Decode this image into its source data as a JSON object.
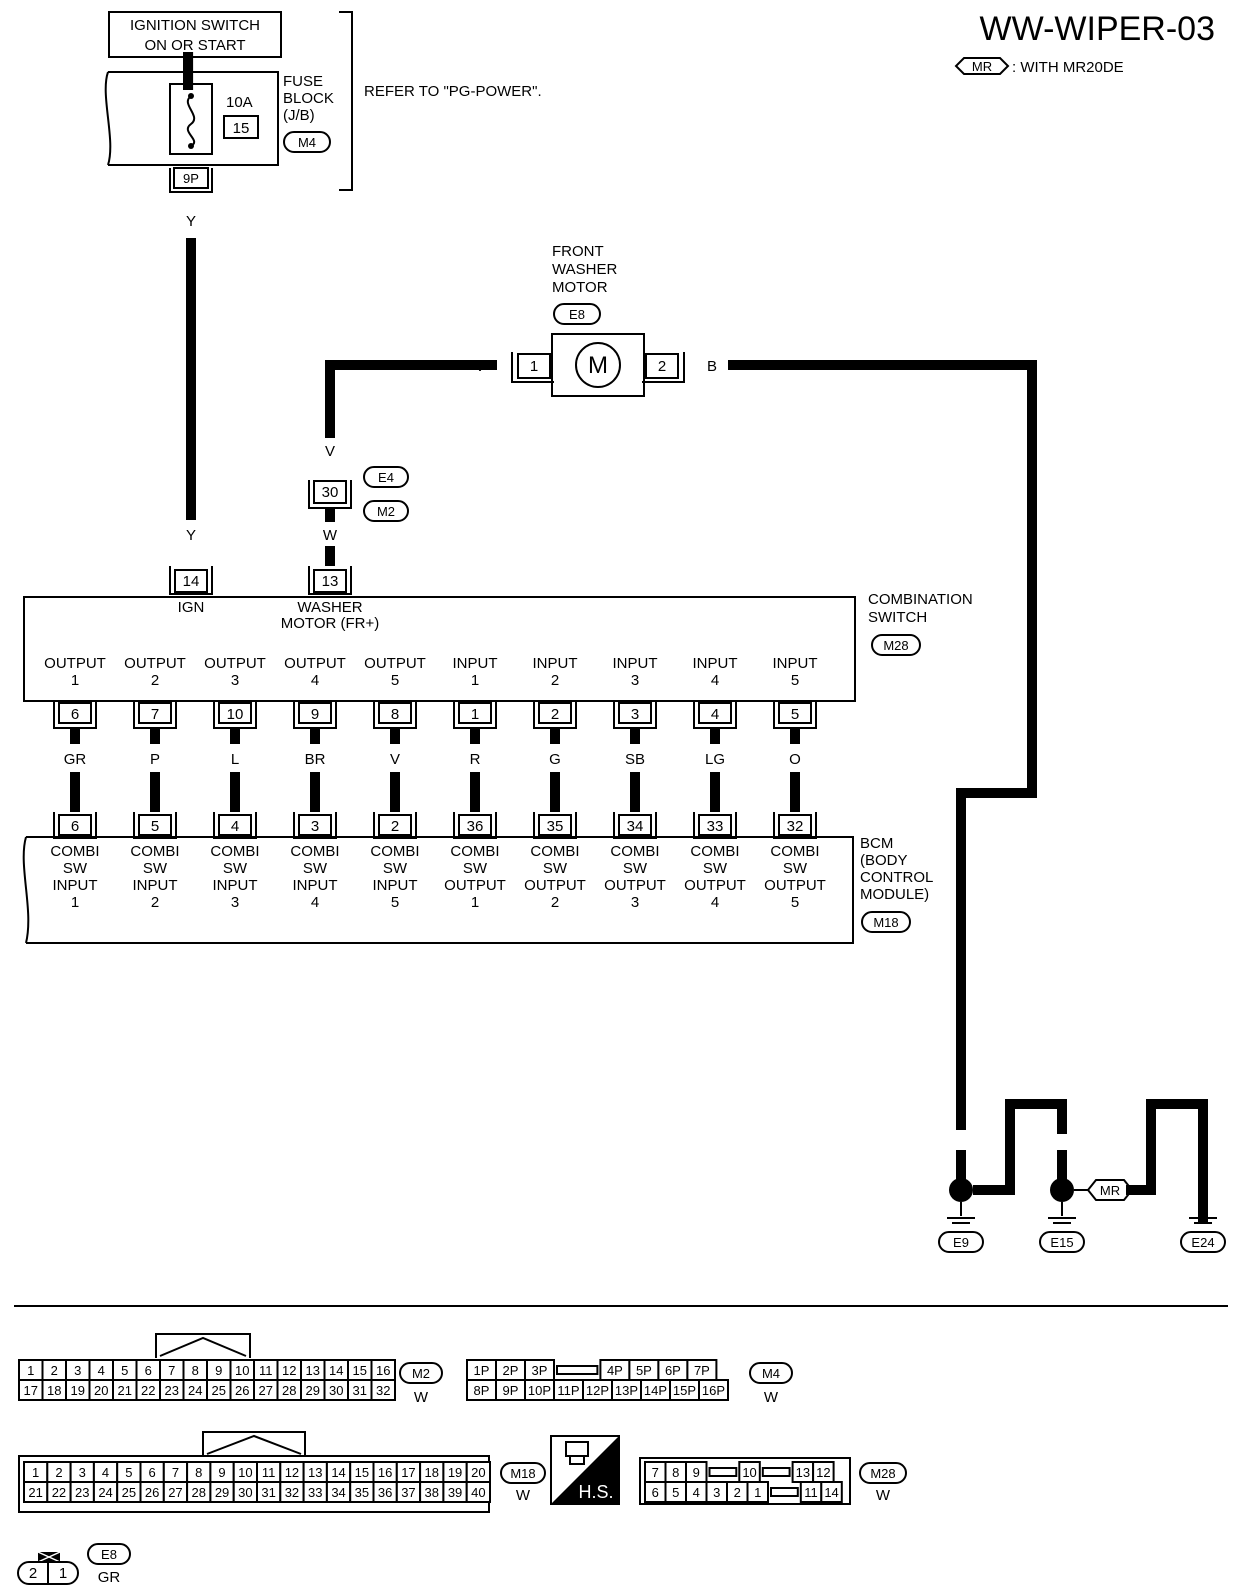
{
  "title": "WW-WIPER-03",
  "legend": {
    "badge": "MR",
    "text": ": WITH MR20DE"
  },
  "ignition": {
    "label_1": "IGNITION SWITCH",
    "label_2": "ON OR START"
  },
  "fuse_block": {
    "name_lines": [
      "FUSE",
      "BLOCK",
      "(J/B)"
    ],
    "connector": "M4",
    "amperage": "10A",
    "fuse_number": "15",
    "terminal": "9P",
    "refer": "REFER TO \"PG-POWER\"."
  },
  "washer_motor": {
    "name_lines": [
      "FRONT",
      "WASHER",
      "MOTOR"
    ],
    "connector": "E8",
    "symbol": "M",
    "pin_left": "1",
    "pin_right": "2"
  },
  "wires": {
    "ign_color_top": "Y",
    "ign_color_bottom": "Y",
    "motor_left_color_1": "V",
    "motor_left_color_2": "V",
    "motor_right_color": "B",
    "washer_color": "W"
  },
  "joint": {
    "pin": "30",
    "conn_1": "E4",
    "conn_2": "M2"
  },
  "combination_switch": {
    "name_lines": [
      "COMBINATION",
      "SWITCH"
    ],
    "connector": "M28",
    "ign_pin": "14",
    "ign_label": "IGN",
    "washer_pin": "13",
    "washer_label_1": "WASHER",
    "washer_label_2": "MOTOR (FR+)",
    "terminals": [
      {
        "l1": "OUTPUT",
        "l2": "1",
        "pin": "6"
      },
      {
        "l1": "OUTPUT",
        "l2": "2",
        "pin": "7"
      },
      {
        "l1": "OUTPUT",
        "l2": "3",
        "pin": "10"
      },
      {
        "l1": "OUTPUT",
        "l2": "4",
        "pin": "9"
      },
      {
        "l1": "OUTPUT",
        "l2": "5",
        "pin": "8"
      },
      {
        "l1": "INPUT",
        "l2": "1",
        "pin": "1"
      },
      {
        "l1": "INPUT",
        "l2": "2",
        "pin": "2"
      },
      {
        "l1": "INPUT",
        "l2": "3",
        "pin": "3"
      },
      {
        "l1": "INPUT",
        "l2": "4",
        "pin": "4"
      },
      {
        "l1": "INPUT",
        "l2": "5",
        "pin": "5"
      }
    ]
  },
  "harness_colors": [
    "GR",
    "P",
    "L",
    "BR",
    "V",
    "R",
    "G",
    "SB",
    "LG",
    "O"
  ],
  "bcm": {
    "name_lines": [
      "BCM",
      "(BODY",
      "CONTROL",
      "MODULE)"
    ],
    "connector": "M18",
    "terminals": [
      {
        "pin": "6",
        "l1": "COMBI",
        "l2": "SW",
        "l3": "INPUT",
        "l4": "1"
      },
      {
        "pin": "5",
        "l1": "COMBI",
        "l2": "SW",
        "l3": "INPUT",
        "l4": "2"
      },
      {
        "pin": "4",
        "l1": "COMBI",
        "l2": "SW",
        "l3": "INPUT",
        "l4": "3"
      },
      {
        "pin": "3",
        "l1": "COMBI",
        "l2": "SW",
        "l3": "INPUT",
        "l4": "4"
      },
      {
        "pin": "2",
        "l1": "COMBI",
        "l2": "SW",
        "l3": "INPUT",
        "l4": "5"
      },
      {
        "pin": "36",
        "l1": "COMBI",
        "l2": "SW",
        "l3": "OUTPUT",
        "l4": "1"
      },
      {
        "pin": "35",
        "l1": "COMBI",
        "l2": "SW",
        "l3": "OUTPUT",
        "l4": "2"
      },
      {
        "pin": "34",
        "l1": "COMBI",
        "l2": "SW",
        "l3": "OUTPUT",
        "l4": "3"
      },
      {
        "pin": "33",
        "l1": "COMBI",
        "l2": "SW",
        "l3": "OUTPUT",
        "l4": "4"
      },
      {
        "pin": "32",
        "l1": "COMBI",
        "l2": "SW",
        "l3": "OUTPUT",
        "l4": "5"
      }
    ]
  },
  "grounds": {
    "wire_color": "B",
    "mr_badge": "MR",
    "points": [
      "E9",
      "E15",
      "E24"
    ]
  },
  "connectors": {
    "m2": {
      "id": "M2",
      "color": "W",
      "row1": [
        "1",
        "2",
        "3",
        "4",
        "5",
        "6",
        "7",
        "8",
        "9",
        "10",
        "11",
        "12",
        "13",
        "14",
        "15",
        "16"
      ],
      "row2": [
        "17",
        "18",
        "19",
        "20",
        "21",
        "22",
        "23",
        "24",
        "25",
        "26",
        "27",
        "28",
        "29",
        "30",
        "31",
        "32"
      ]
    },
    "m4": {
      "id": "M4",
      "color": "W",
      "row1": [
        "1P",
        "2P",
        "3P",
        "",
        "4P",
        "5P",
        "6P",
        "7P"
      ],
      "row2": [
        "8P",
        "9P",
        "10P",
        "11P",
        "12P",
        "13P",
        "14P",
        "15P",
        "16P"
      ]
    },
    "m18": {
      "id": "M18",
      "color": "W",
      "row1": [
        "1",
        "2",
        "3",
        "4",
        "5",
        "6",
        "7",
        "8",
        "9",
        "10",
        "11",
        "12",
        "13",
        "14",
        "15",
        "16",
        "17",
        "18",
        "19",
        "20"
      ],
      "row2": [
        "21",
        "22",
        "23",
        "24",
        "25",
        "26",
        "27",
        "28",
        "29",
        "30",
        "31",
        "32",
        "33",
        "34",
        "35",
        "36",
        "37",
        "38",
        "39",
        "40"
      ]
    },
    "hs": {
      "label": "H.S."
    },
    "m28": {
      "id": "M28",
      "color": "W",
      "row1": [
        "7",
        "8",
        "9",
        "",
        "10",
        "",
        "13",
        "12"
      ],
      "row2": [
        "6",
        "5",
        "4",
        "3",
        "2",
        "1",
        "",
        "11",
        "14"
      ]
    },
    "e8": {
      "id": "E8",
      "color": "GR",
      "pins": [
        "2",
        "1"
      ]
    }
  }
}
